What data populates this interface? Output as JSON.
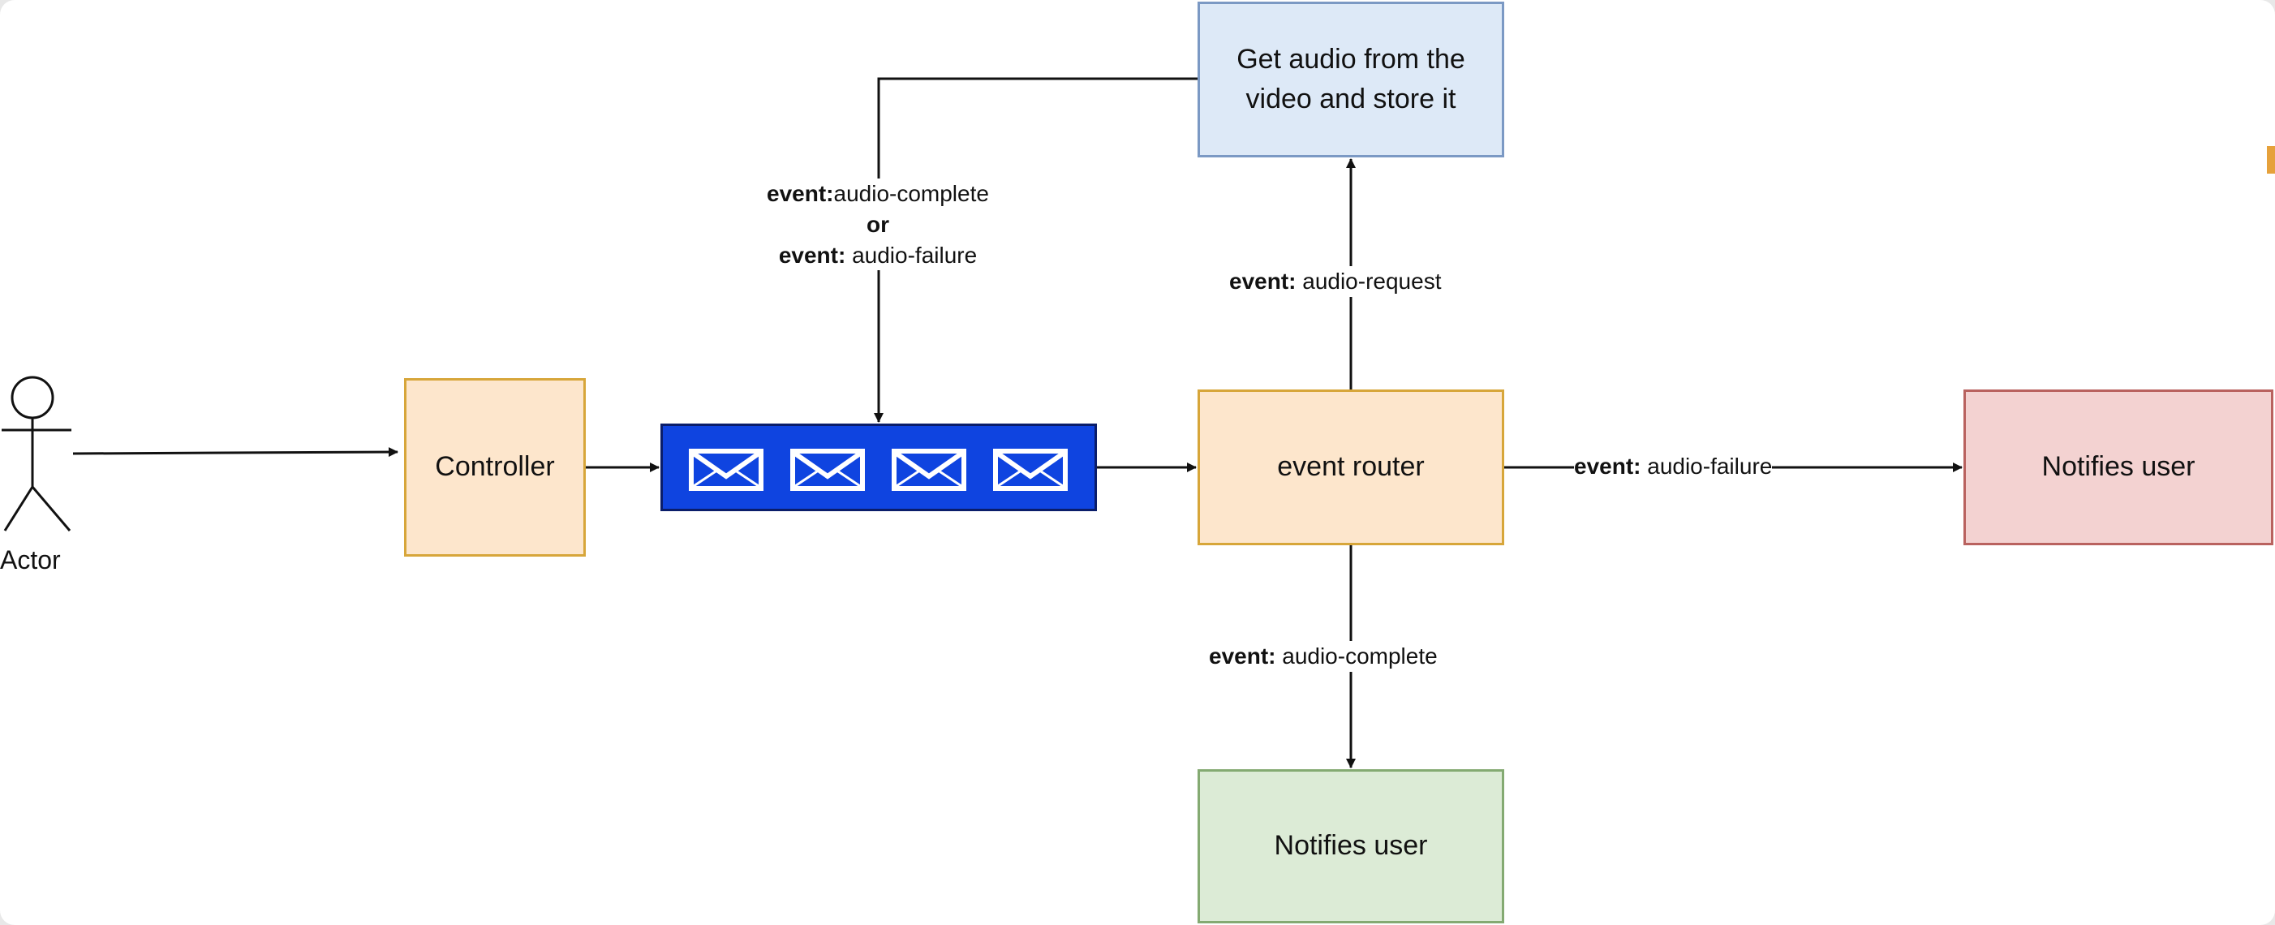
{
  "actor": {
    "label": "Actor"
  },
  "nodes": {
    "controller": "Controller",
    "event_router": "event router",
    "get_audio_line1": "Get audio from the",
    "get_audio_line2": "video and store it",
    "notifies_failure": "Notifies user",
    "notifies_complete": "Notifies user"
  },
  "queue": {
    "message_icon_count": 4
  },
  "edge_labels": {
    "feedback": {
      "line1_bold": "event:",
      "line1_text": "audio-complete",
      "line2_bold": "or",
      "line3_bold": "event:",
      "line3_text": " audio-failure"
    },
    "audio_request": {
      "bold": "event:",
      "text": " audio-request"
    },
    "audio_failure": {
      "bold": "event:",
      "text": " audio-failure"
    },
    "audio_complete": {
      "bold": "event:",
      "text": " audio-complete"
    }
  },
  "colors": {
    "orange_fill": "#fde6cc",
    "blue_fill": "#dde9f7",
    "red_fill": "#f3d2d1",
    "green_fill": "#dcebd6",
    "queue_fill": "#0f44e0"
  }
}
